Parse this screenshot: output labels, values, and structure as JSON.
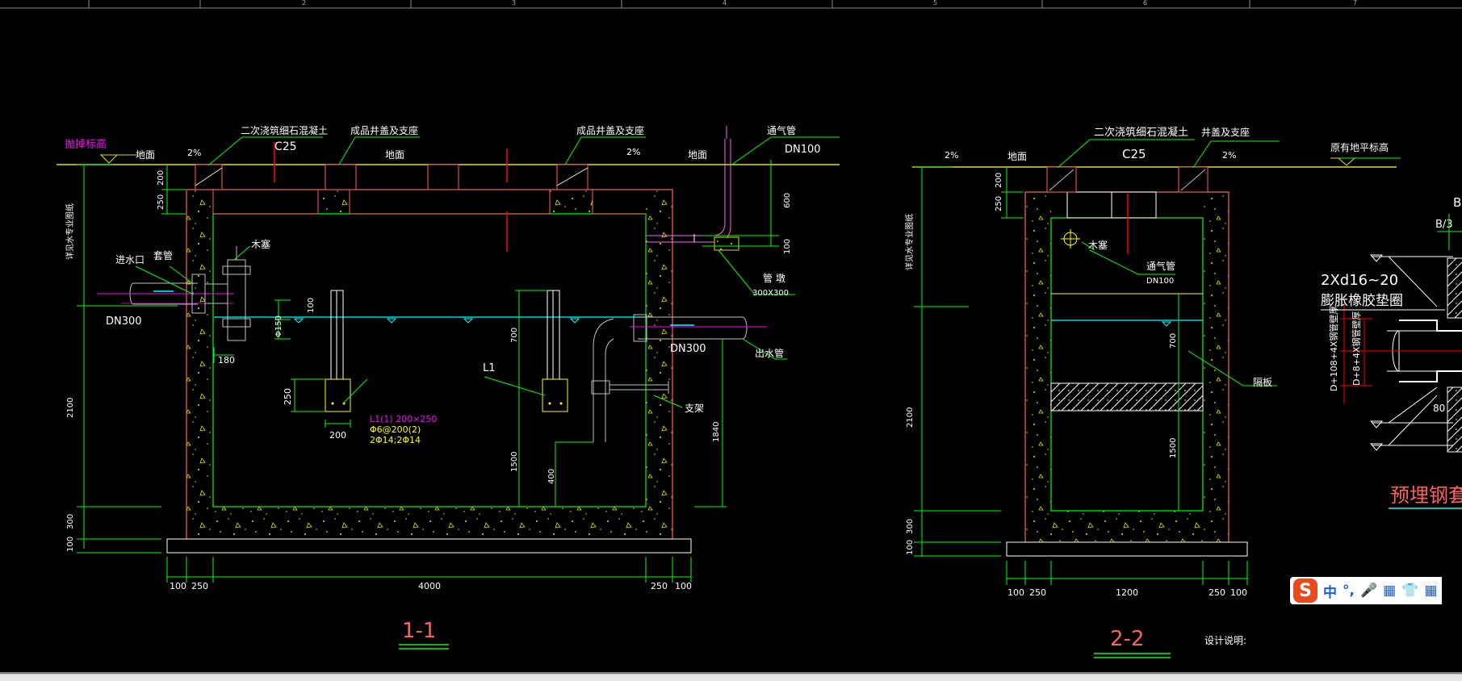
{
  "ruler": {
    "labels": [
      "2",
      "3",
      "4",
      "5",
      "6",
      "7"
    ]
  },
  "section1": {
    "ground_level_label": "抛掉标高",
    "ground_left": "地面",
    "slope_left": "2%",
    "concrete_label": "二次浇筑细石混凝土",
    "concrete_grade": "C25",
    "cover_label": "成品井盖及支座",
    "ground_mid": "地面",
    "cover_label_right": "成品井盖及支座",
    "slope_right": "2%",
    "ground_right": "地面",
    "vent_label": "通气管",
    "vent_size": "DN100",
    "dim_600": "600",
    "dim_100_r": "100",
    "dim_200_top": "200",
    "dim_250_top": "250",
    "inlet_label": "进水口",
    "pipe_tag_label": "套管",
    "cap_label": "木塞",
    "dn_left": "DN300",
    "dim_100_in": "100",
    "dim_150": "Φ150",
    "dim_180": "180",
    "dim_250_beam": "250",
    "dim_200_beam": "200",
    "beam_L1": "L1",
    "beam_spec1": "L1(1) 200×250",
    "beam_spec2": "Φ6@200(2)",
    "beam_spec3": "2Φ14;2Φ14",
    "dim_700": "700",
    "dim_1500": "1500",
    "dim_400": "400",
    "pipe_tag2": "管 墩",
    "pipe_tag2_size": "300X300",
    "dn_right": "DN300",
    "outlet_label": "出水管",
    "support_label": "支架",
    "dim_1840": "1840",
    "left_axis_label": "详见水专业图纸",
    "dim_2100": "2100",
    "dim_300": "300",
    "dim_100_bot": "100",
    "bottom_dims": [
      "100",
      "250",
      "4000",
      "250",
      "100"
    ],
    "title": "1-1"
  },
  "section2": {
    "slope_left": "2%",
    "ground_left": "地面",
    "concrete_label": "二次浇筑细石混凝土",
    "concrete_grade": "C25",
    "cover_label": "井盖及支座",
    "slope_right": "2%",
    "level_label": "原有地平标高",
    "cap_label": "木塞",
    "vent_label": "通气管",
    "vent_size": "DN100",
    "dim_700": "700",
    "partition_label": "隔板",
    "dim_1500": "1500",
    "left_axis_label": "详见水专业图纸",
    "dim_200": "200",
    "dim_250": "250",
    "dim_2100": "2100",
    "dim_300": "300",
    "dim_100": "100",
    "bottom_dims": [
      "100",
      "250",
      "1200",
      "250",
      "100"
    ],
    "title": "2-2",
    "notes_label": "设计说明:"
  },
  "detail": {
    "label_b": "B",
    "label_b3": "B/3",
    "anchor_label": "2Xd16~20",
    "ring_label": "膨胀橡胶垫圈",
    "dim_d108": "D+108+4X钢管壁厚",
    "dim_d8": "D+8+4X钢管壁厚",
    "dim_80": "80",
    "title": "预埋钢套管详"
  },
  "ime": {
    "logo": "S",
    "items": [
      "中",
      "°,",
      "🎤",
      "▦",
      "👕",
      "▦"
    ]
  },
  "colors": {
    "background": "#000000",
    "structure": "#ff6060",
    "dimension": "#00ff00",
    "text": "#ffffff",
    "water": "#00ffff",
    "highlight": "#ff00ff",
    "beam": "#ffff00",
    "pipe": "#c0c0c0",
    "ground": "#e0e000"
  }
}
